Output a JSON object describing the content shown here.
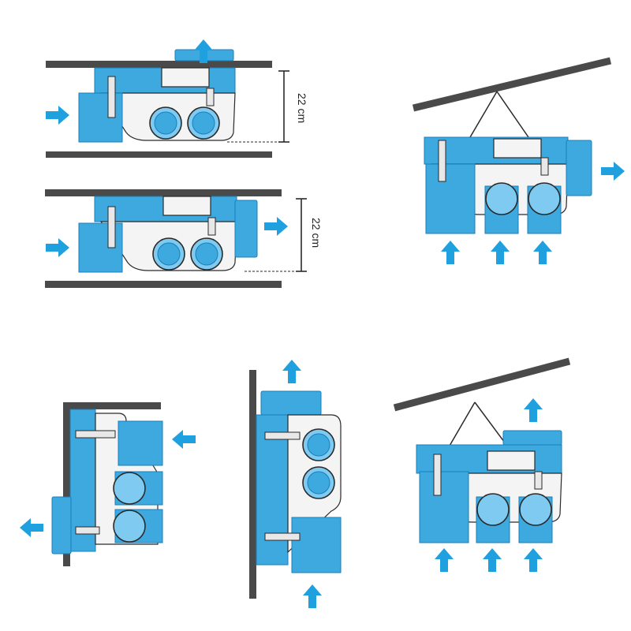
{
  "colors": {
    "duct": "#3da9df",
    "duct_dark": "#1b7fb8",
    "duct_light": "#7fcaf0",
    "arrow": "#1fa1e0",
    "wall": "#4a4a4a",
    "outline": "#2a2a2a",
    "casing": "#f4f4f4",
    "background": "#ffffff"
  },
  "dimensions": {
    "clearance_top": "22 cm",
    "clearance_middle": "22 cm"
  },
  "icons": {
    "airflow": "arrow-icon",
    "surface": "wall-slab",
    "suspension": "hanging-wire"
  }
}
